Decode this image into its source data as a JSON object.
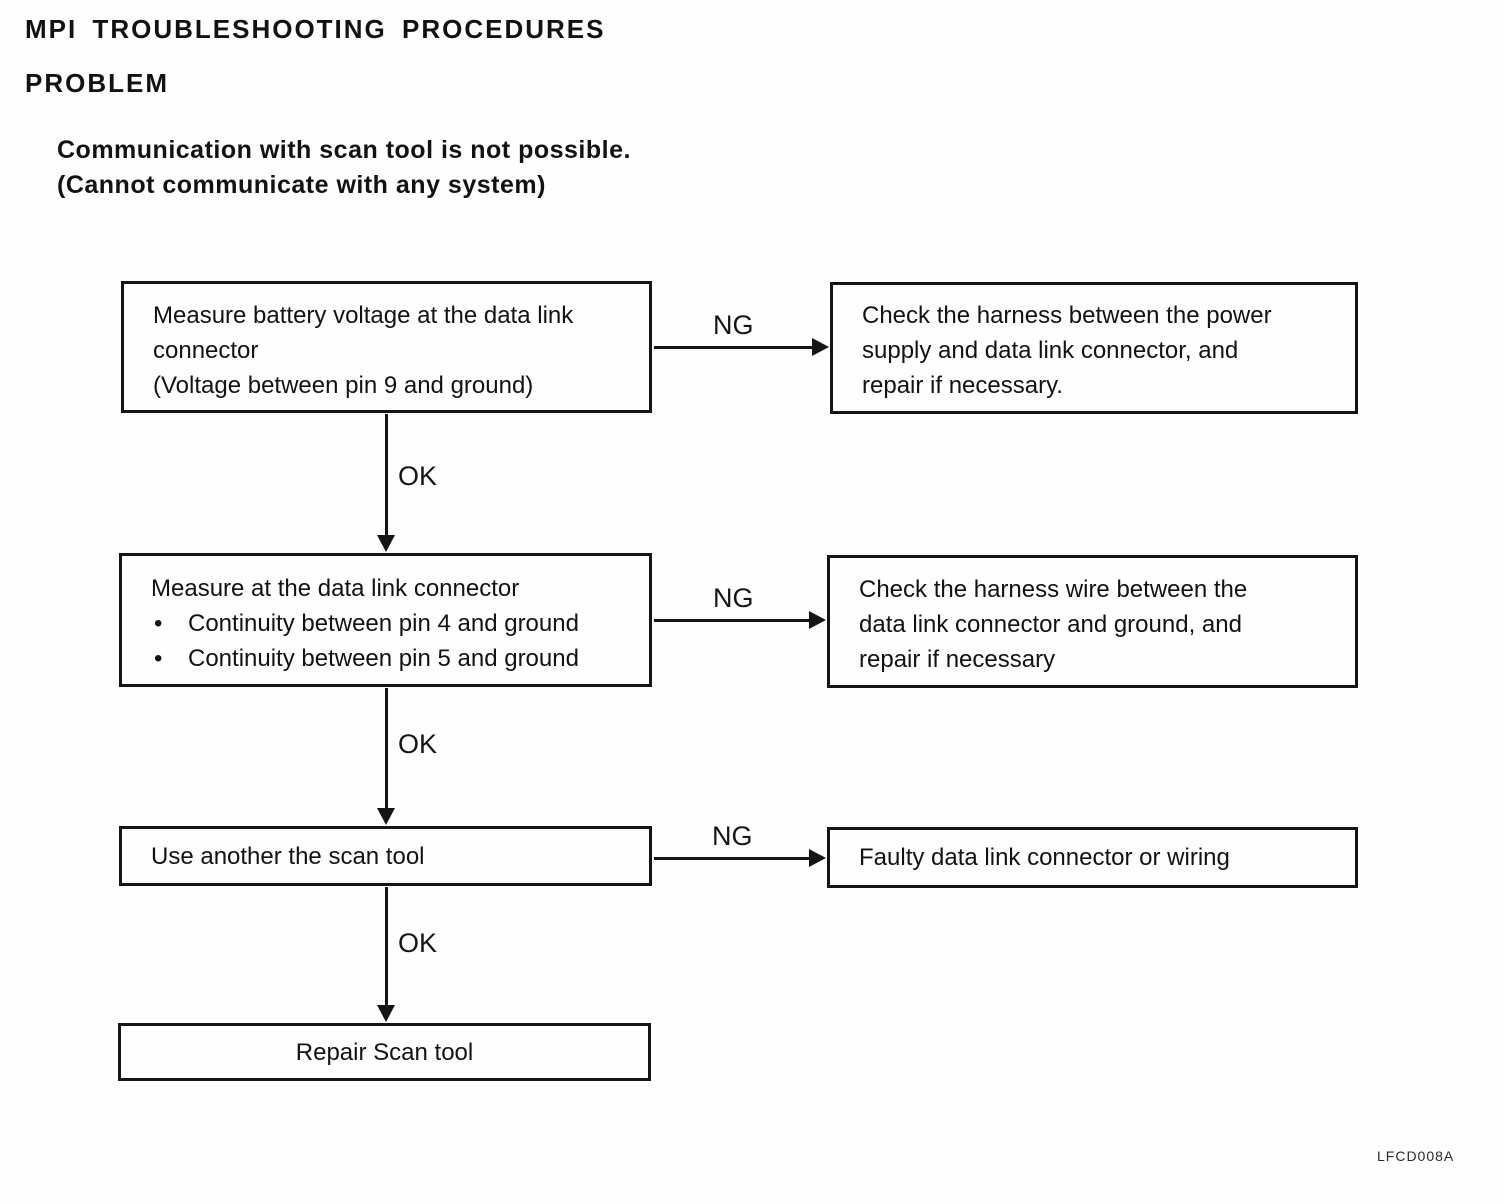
{
  "page": {
    "title": "MPI TROUBLESHOOTING PROCEDURES",
    "section_heading": "PROBLEM",
    "problem": {
      "line1": "Communication with scan tool is not possible.",
      "line2": "(Cannot communicate with any system)"
    },
    "figure_code": "LFCD008A"
  },
  "flowchart": {
    "labels": {
      "ok": "OK",
      "ng": "NG",
      "bullet": "•"
    },
    "step1": {
      "check": {
        "line1": "Measure battery voltage at the data link",
        "line2": "connector",
        "line3": "(Voltage between pin 9 and ground)"
      },
      "ng_action": {
        "line1": "Check the harness between the power",
        "line2": "supply and data link connector, and",
        "line3": "repair if necessary."
      }
    },
    "step2": {
      "check": {
        "heading": "Measure at the data link connector",
        "bullet1": "Continuity between pin 4 and ground",
        "bullet2": "Continuity between pin 5 and ground"
      },
      "ng_action": {
        "line1": "Check the harness wire between the",
        "line2": "data link connector and ground, and",
        "line3": "repair if necessary"
      }
    },
    "step3": {
      "check": {
        "line1": "Use another the scan tool"
      },
      "ng_action": {
        "line1": "Faulty data link connector or wiring"
      }
    },
    "final": {
      "result": "Repair Scan tool"
    }
  }
}
